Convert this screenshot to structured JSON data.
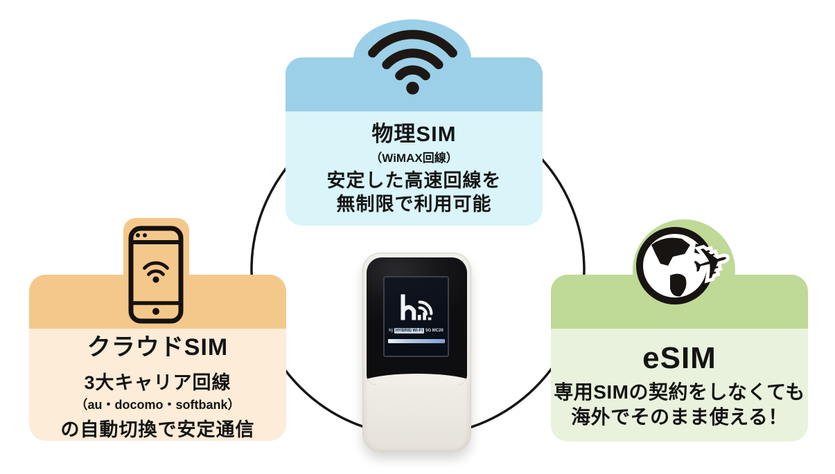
{
  "diagram": {
    "connector_circle_color": "#161616",
    "cards": {
      "physical": {
        "title": "物理SIM",
        "subtitle": "（WiMAX回線）",
        "line1": "安定した高速回線を",
        "line2": "無制限で利用可能",
        "icon": "wifi-icon",
        "band_color": "#9CCFE8",
        "body_color": "#D9F5F9"
      },
      "cloud": {
        "title": "クラウドSIM",
        "line1": "3大キャリア回線",
        "subtitle": "（au・docomo・softbank）",
        "line2": "の自動切換で安定通信",
        "icon": "smartphone-wifi-icon",
        "band_color": "#F4C88B",
        "body_color": "#FCECD8"
      },
      "esim": {
        "title": "eSIM",
        "line1": "専用SIMの契約をしなくても",
        "line2": "海外でそのまま使える！",
        "icon": "globe-airplane-icon",
        "band_color": "#BFD996",
        "body_color": "#E9F2DC"
      }
    },
    "device": {
      "description": "mobile-wifi-router",
      "screen_badge": "HYBRID Wi-Fi",
      "screen_model": "5G MC20"
    }
  }
}
